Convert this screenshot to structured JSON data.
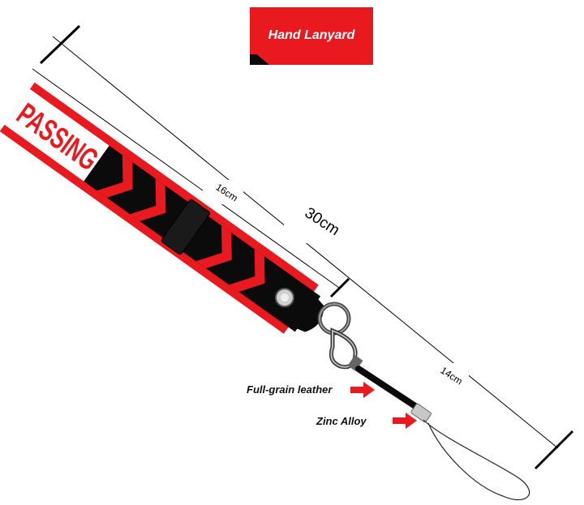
{
  "banner": {
    "title": "Hand Lanyard"
  },
  "strap": {
    "print_text": "PASSING"
  },
  "dimensions": {
    "total": "30cm",
    "wide_section": "16cm",
    "cord_section": "14cm"
  },
  "callouts": {
    "leather": "Full-grain leather",
    "alloy": "Zinc Alloy"
  },
  "colors": {
    "accent_red": "#e8191f",
    "strap_black": "#0b0b0b",
    "white": "#ffffff"
  },
  "icons": {
    "callout_arrow": "right-arrow-icon"
  }
}
